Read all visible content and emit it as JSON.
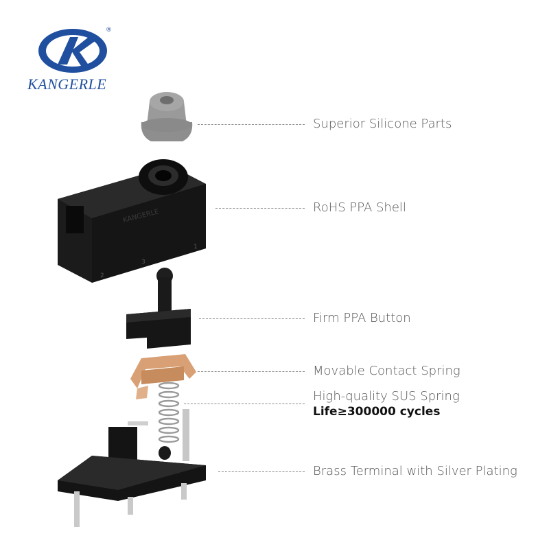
{
  "brand": {
    "name": "KANGERLE",
    "registered_mark": "®",
    "logo_color": "#1f4f9e"
  },
  "callouts": [
    {
      "id": "silicone",
      "text": "Superior Silicone Parts"
    },
    {
      "id": "shell",
      "text": "RoHS PPA Shell"
    },
    {
      "id": "button",
      "text": "Firm PPA Button"
    },
    {
      "id": "contact",
      "text": "Movable Contact Spring"
    },
    {
      "id": "spring",
      "text": "High-quality SUS Spring",
      "detail": "Life≥300000 cycles"
    },
    {
      "id": "terminal",
      "text": "Brass Terminal with Silver Plating"
    }
  ],
  "shell_embossing": "KANGERLE",
  "shell_markings": [
    "2",
    "3",
    "1"
  ]
}
